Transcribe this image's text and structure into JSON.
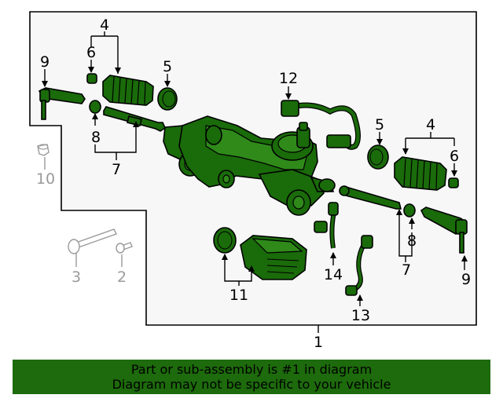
{
  "diagram": {
    "callouts": {
      "c1": "1",
      "c2": "2",
      "c3": "3",
      "c4a": "4",
      "c4b": "4",
      "c5a": "5",
      "c5b": "5",
      "c6a": "6",
      "c6b": "6",
      "c7a": "7",
      "c7b": "7",
      "c8a": "8",
      "c8b": "8",
      "c9a": "9",
      "c9b": "9",
      "c10": "10",
      "c11": "11",
      "c12": "12",
      "c13": "13",
      "c14": "14"
    },
    "colors": {
      "highlight": "#1a6b0a",
      "frame_bg": "#f7f7f7",
      "not_included": "#9a9a9a"
    }
  },
  "banner": {
    "line1": "Part or sub-assembly is #1 in diagram",
    "line2": "Diagram may not be specific to your vehicle",
    "color": "#1d6b0c"
  }
}
